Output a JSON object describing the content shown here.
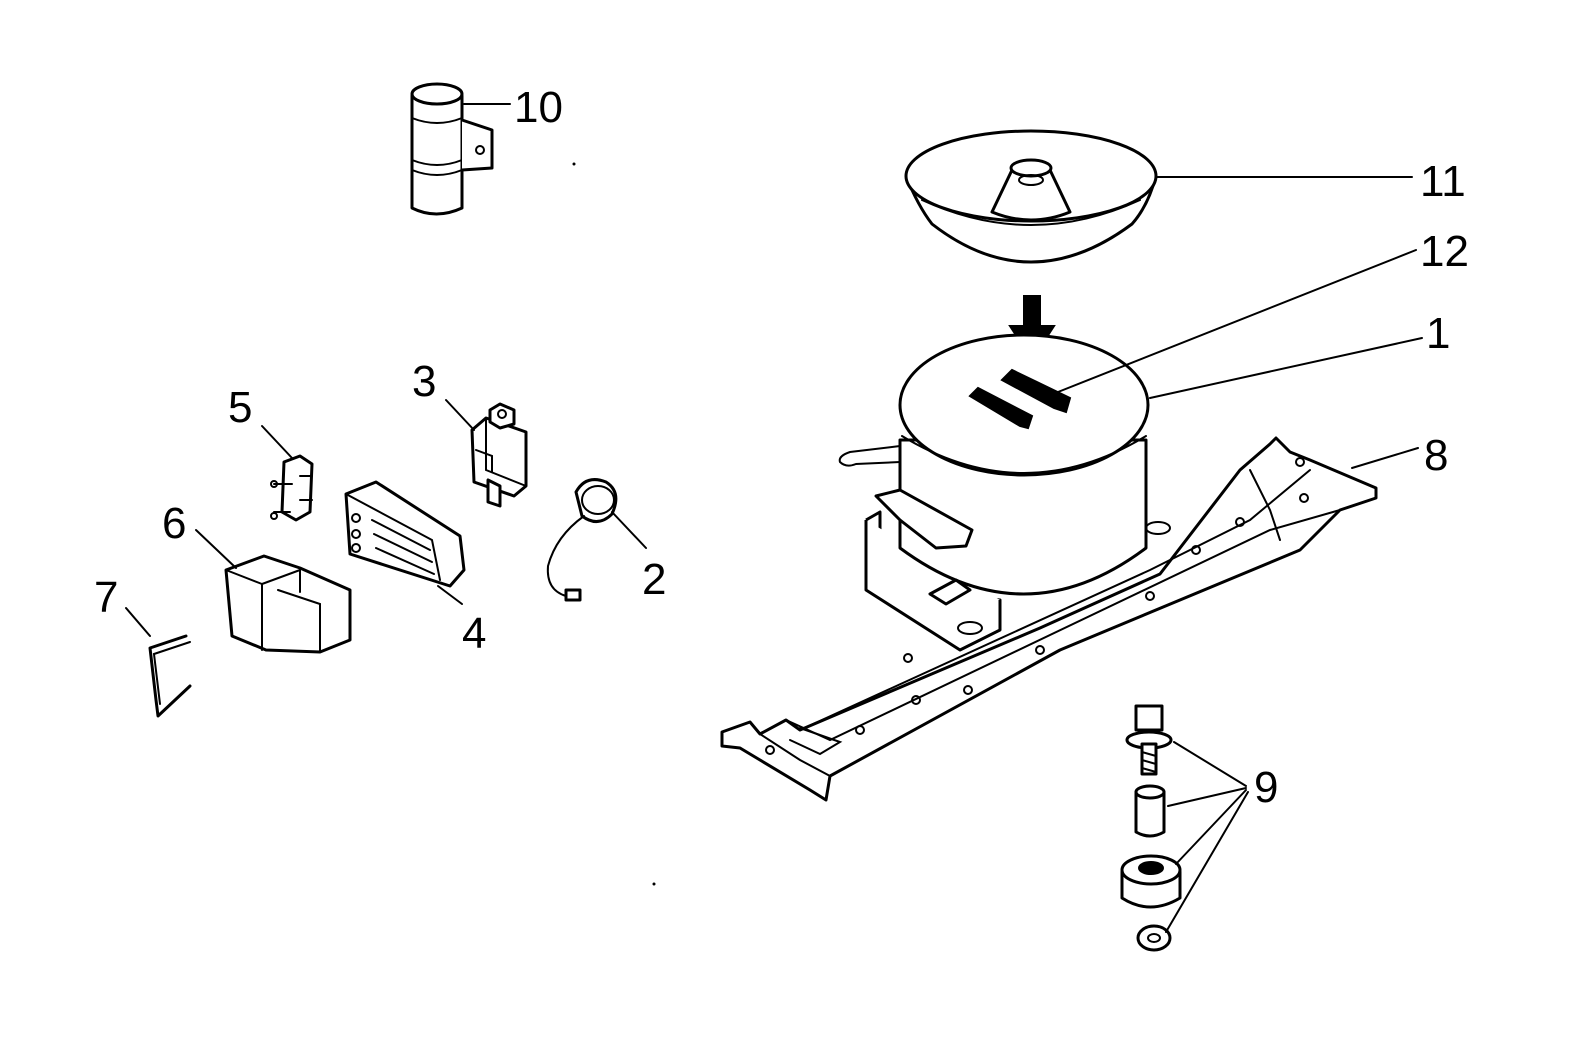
{
  "diagram": {
    "callouts": {
      "c1": "1",
      "c2": "2",
      "c3": "3",
      "c4": "4",
      "c5": "5",
      "c6": "6",
      "c7": "7",
      "c8": "8",
      "c9": "9",
      "c10": "10",
      "c11": "11",
      "c12": "12"
    },
    "parts": [
      {
        "callout": "1",
        "icon": "compressor-icon"
      },
      {
        "callout": "2",
        "icon": "overload-protector-icon"
      },
      {
        "callout": "3",
        "icon": "relay-icon"
      },
      {
        "callout": "4",
        "icon": "terminal-cover-icon"
      },
      {
        "callout": "5",
        "icon": "clip-icon"
      },
      {
        "callout": "6",
        "icon": "cover-icon"
      },
      {
        "callout": "7",
        "icon": "wire-clip-icon"
      },
      {
        "callout": "8",
        "icon": "base-plate-icon"
      },
      {
        "callout": "9",
        "icon": "mounting-hardware-icon"
      },
      {
        "callout": "10",
        "icon": "capacitor-icon"
      },
      {
        "callout": "11",
        "icon": "drip-tray-icon"
      },
      {
        "callout": "12",
        "icon": "pad-icon"
      }
    ]
  }
}
